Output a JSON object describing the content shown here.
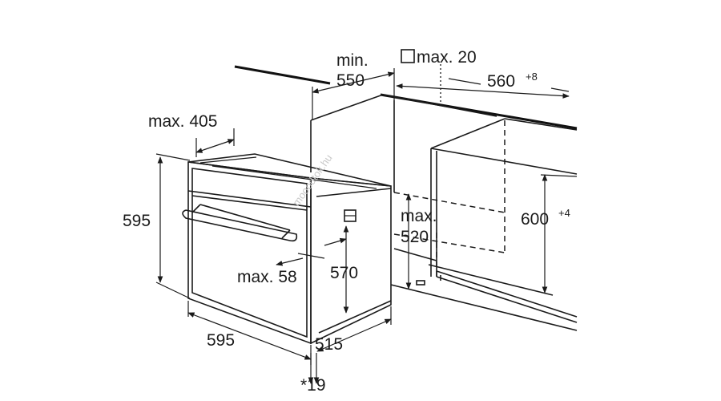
{
  "labels": {
    "min_550": "min.",
    "min_550_val": "550",
    "max_20": "max. 20",
    "w560": "560",
    "w560_sup": "+8",
    "max_405": "max. 405",
    "h595": "595",
    "max_520": "max.",
    "max_520_val": "520",
    "h600": "600",
    "h600_sup": "+4",
    "max_58": "max. 58",
    "h570": "570",
    "w595": "595",
    "d515": "515",
    "note19": "*19"
  },
  "watermark": "mooodtok.hu"
}
